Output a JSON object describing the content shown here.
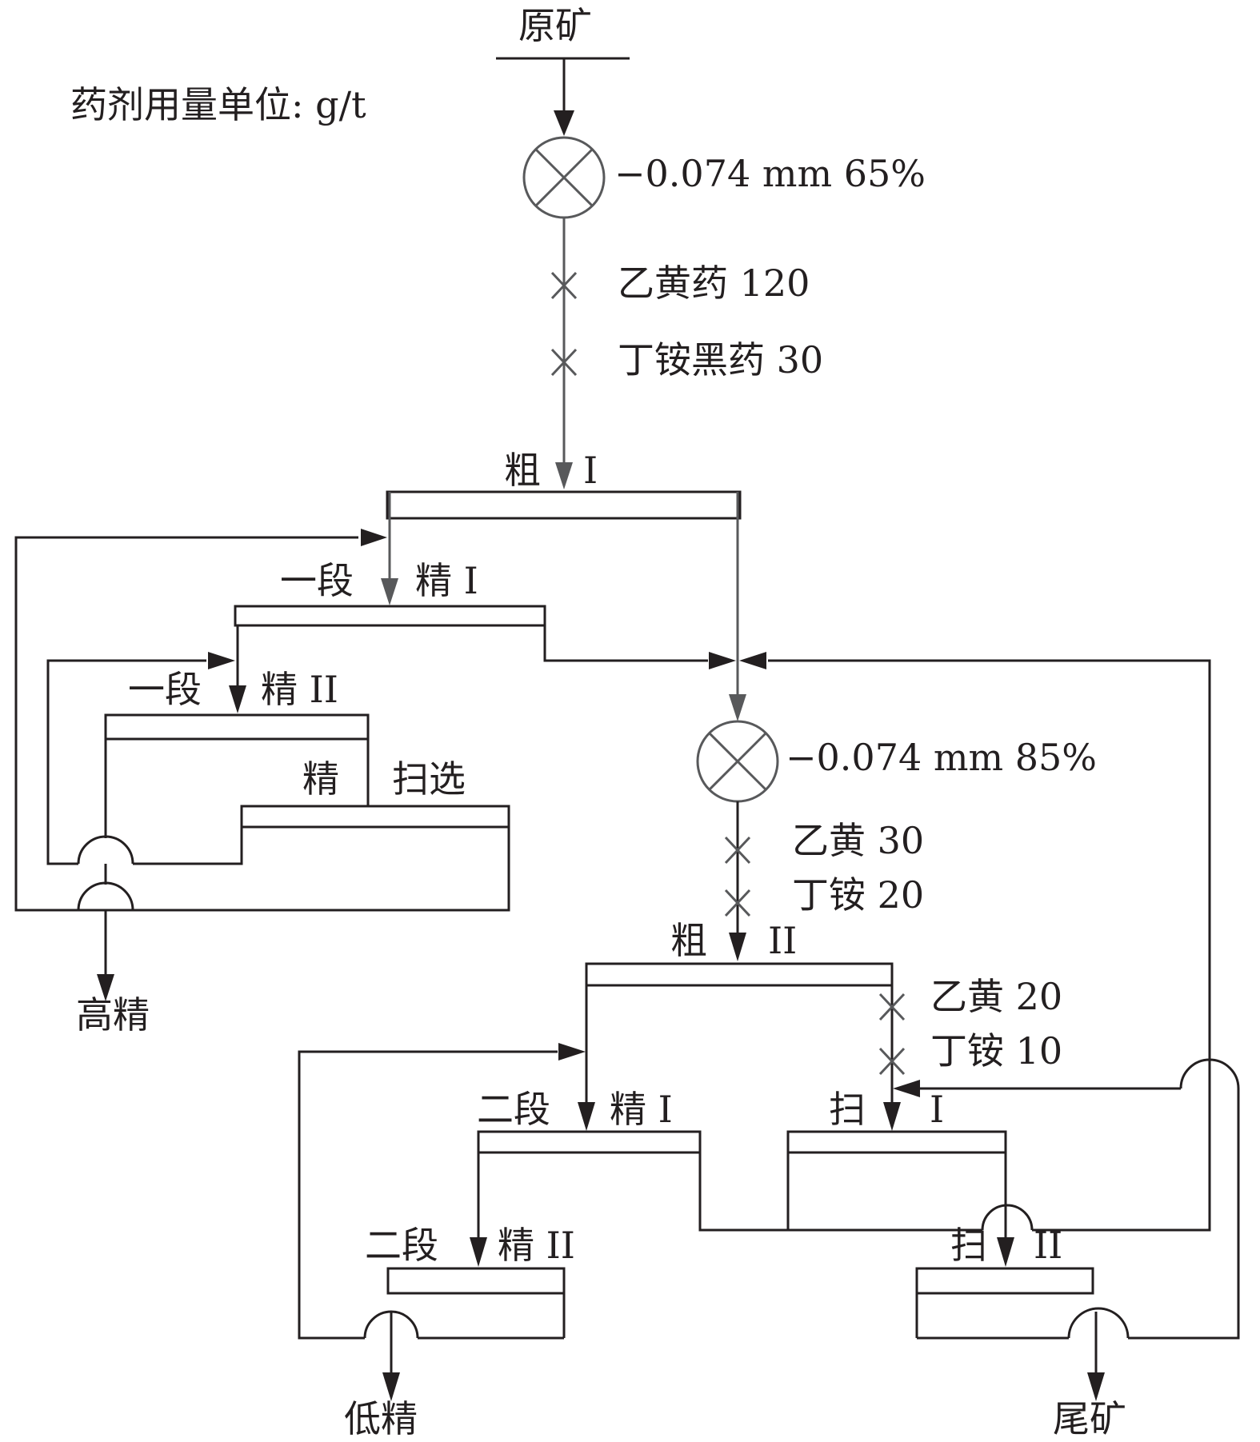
{
  "unit_note": "药剂用量单位: g/t",
  "raw_ore": "原矿",
  "grinding": {
    "first_fineness": "−0.074 mm 65%",
    "second_fineness": "−0.074 mm 85%"
  },
  "reagents": {
    "rougher1_a": "乙黄药 120",
    "rougher1_b": "丁铵黑药 30",
    "rougher2_a": "乙黄 30",
    "rougher2_b": "丁铵 20",
    "scav1_a": "乙黄 20",
    "scav1_b": "丁铵 10"
  },
  "stages": {
    "rougher1_a": "粗",
    "rougher1_b": "I",
    "clean1_1_a": "一段",
    "clean1_1_b": "精 I",
    "clean1_2_a": "一段",
    "clean1_2_b": "精 II",
    "clean_scav_a": "精",
    "clean_scav_b": "扫选",
    "rougher2_a": "粗",
    "rougher2_b": "II",
    "clean2_1_a": "二段",
    "clean2_1_b": "精 I",
    "scav1_a": "扫",
    "scav1_b": "I",
    "clean2_2_a": "二段",
    "clean2_2_b": "精 II",
    "scav2_a": "扫",
    "scav2_b": "II"
  },
  "products": {
    "high_conc": "高精",
    "low_conc": "低精",
    "tailings": "尾矿"
  }
}
